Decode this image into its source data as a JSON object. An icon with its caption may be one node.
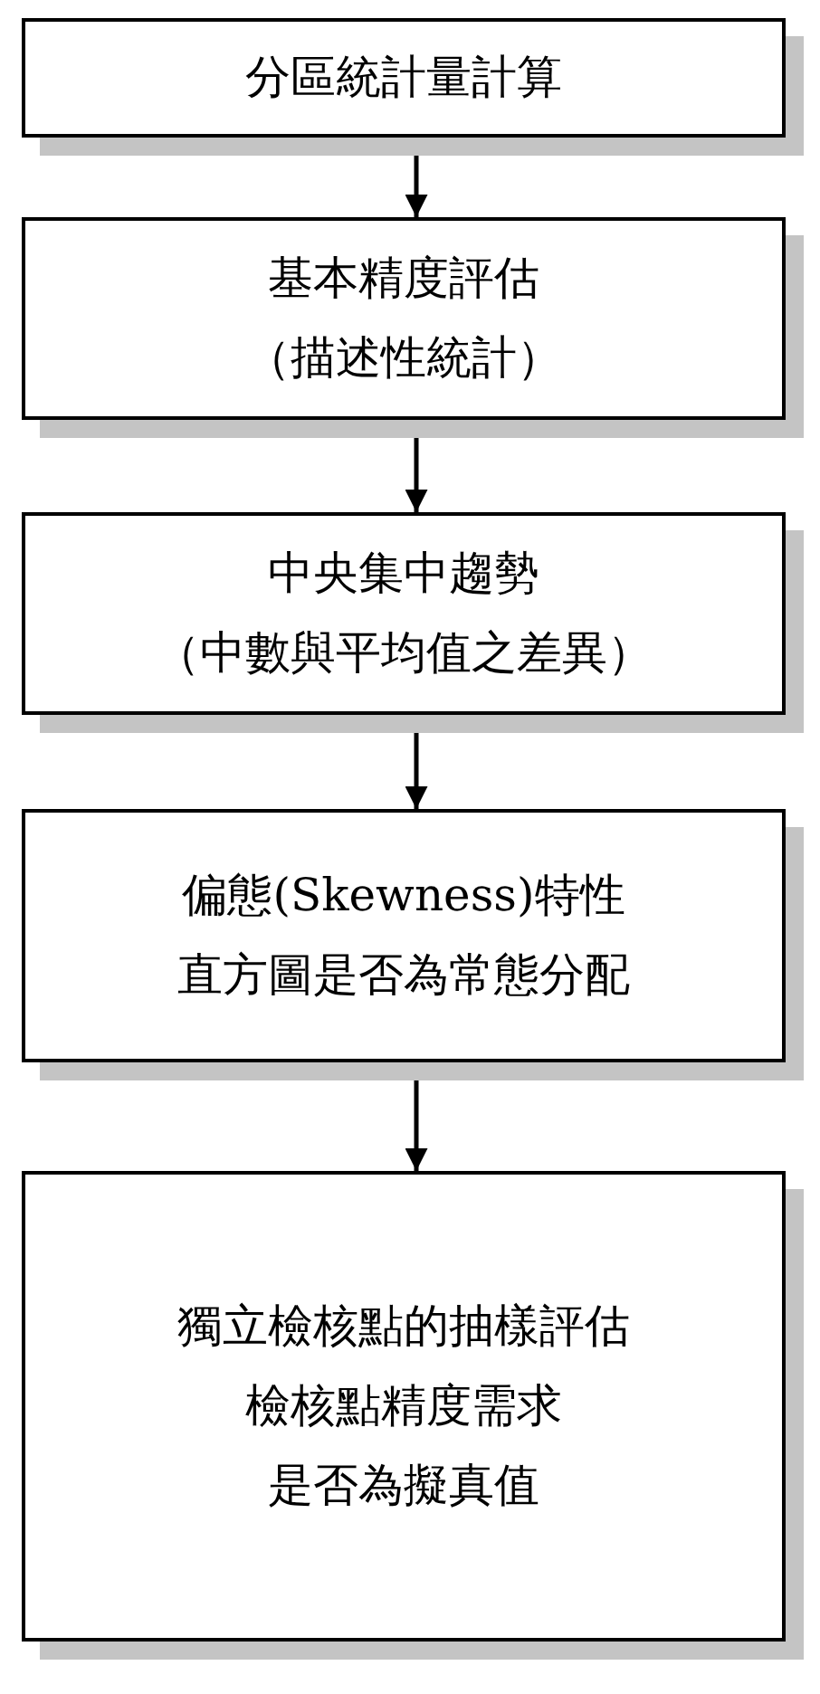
{
  "diagram": {
    "nodes": [
      {
        "text": [
          "分區統計量計算"
        ]
      },
      {
        "text": [
          "基本精度評估",
          "（描述性統計）"
        ]
      },
      {
        "text": [
          "中央集中趨勢",
          "（中數與平均值之差異）"
        ]
      },
      {
        "text": [
          "偏態(Skewness)特性",
          "直方圖是否為常態分配"
        ]
      },
      {
        "text": [
          "獨立檢核點的抽樣評估",
          "檢核點精度需求",
          "是否為擬真值"
        ]
      }
    ],
    "edges": [
      {
        "from": 0,
        "to": 1,
        "arrow": "to"
      },
      {
        "from": 1,
        "to": 2,
        "arrow": "to"
      },
      {
        "from": 2,
        "to": 3,
        "arrow": "to"
      },
      {
        "from": 3,
        "to": 4,
        "arrow": "to"
      }
    ]
  }
}
